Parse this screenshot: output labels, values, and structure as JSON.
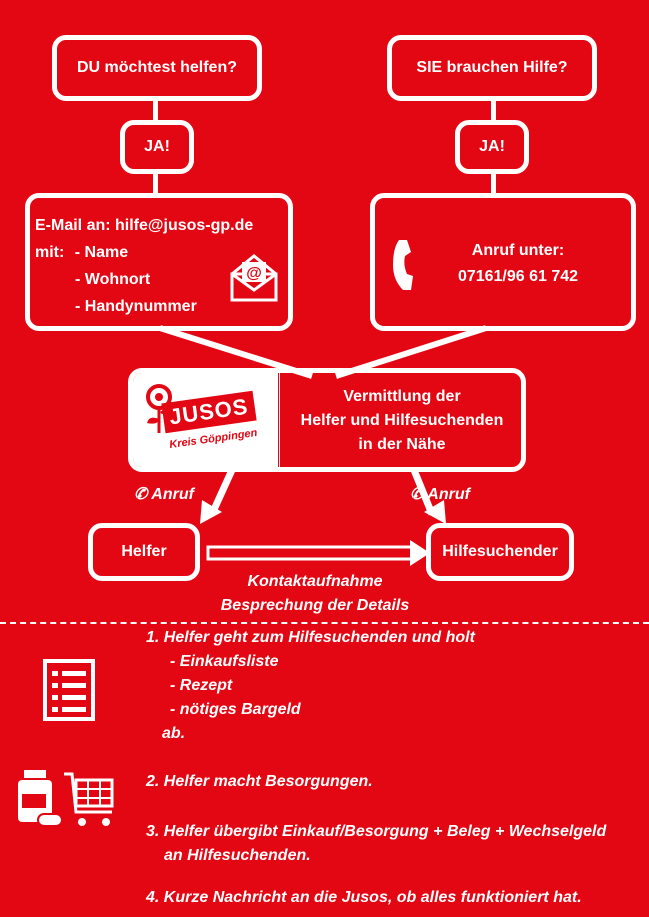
{
  "left": {
    "question": "DU möchtest helfen?",
    "answer": "JA!",
    "email_line": "E-Mail an: hilfe@jusos-gp.de",
    "with_label": "mit:",
    "items": [
      "- Name",
      "- Wohnort",
      "- Handynummer"
    ]
  },
  "right": {
    "question": "SIE brauchen Hilfe?",
    "answer": "JA!",
    "call_line1": "Anruf unter:",
    "call_line2": "07161/96 61 742"
  },
  "center": {
    "logo_text": "JUSOS",
    "logo_sub": "Kreis Göppingen",
    "line1": "Vermittlung der",
    "line2": "Helfer und Hilfesuchenden",
    "line3": "in der Nähe"
  },
  "call_label_left": "Anruf",
  "call_label_right": "Anruf",
  "helper": "Helfer",
  "seeker": "Hilfesuchender",
  "contact_line1": "Kontaktaufnahme",
  "contact_line2": "Besprechung der Details",
  "steps": {
    "s1_title": "1. Helfer geht zum Hilfesuchenden und holt",
    "s1_items": [
      "- Einkaufsliste",
      "- Rezept",
      "- nötiges Bargeld"
    ],
    "s1_end": "ab.",
    "s2": "2.  Helfer macht Besorgungen.",
    "s3_line1": "3.  Helfer übergibt Einkauf/Besorgung + Beleg + Wechselgeld",
    "s3_line2": "an Hilfesuchenden.",
    "s4": "4. Kurze Nachricht an die Jusos, ob alles funktioniert hat."
  },
  "colors": {
    "background": "#e30613",
    "foreground": "#ffffff"
  },
  "icons": [
    "email-icon",
    "phone-icon",
    "checklist-icon",
    "medicine-icon",
    "shopping-cart-icon"
  ]
}
